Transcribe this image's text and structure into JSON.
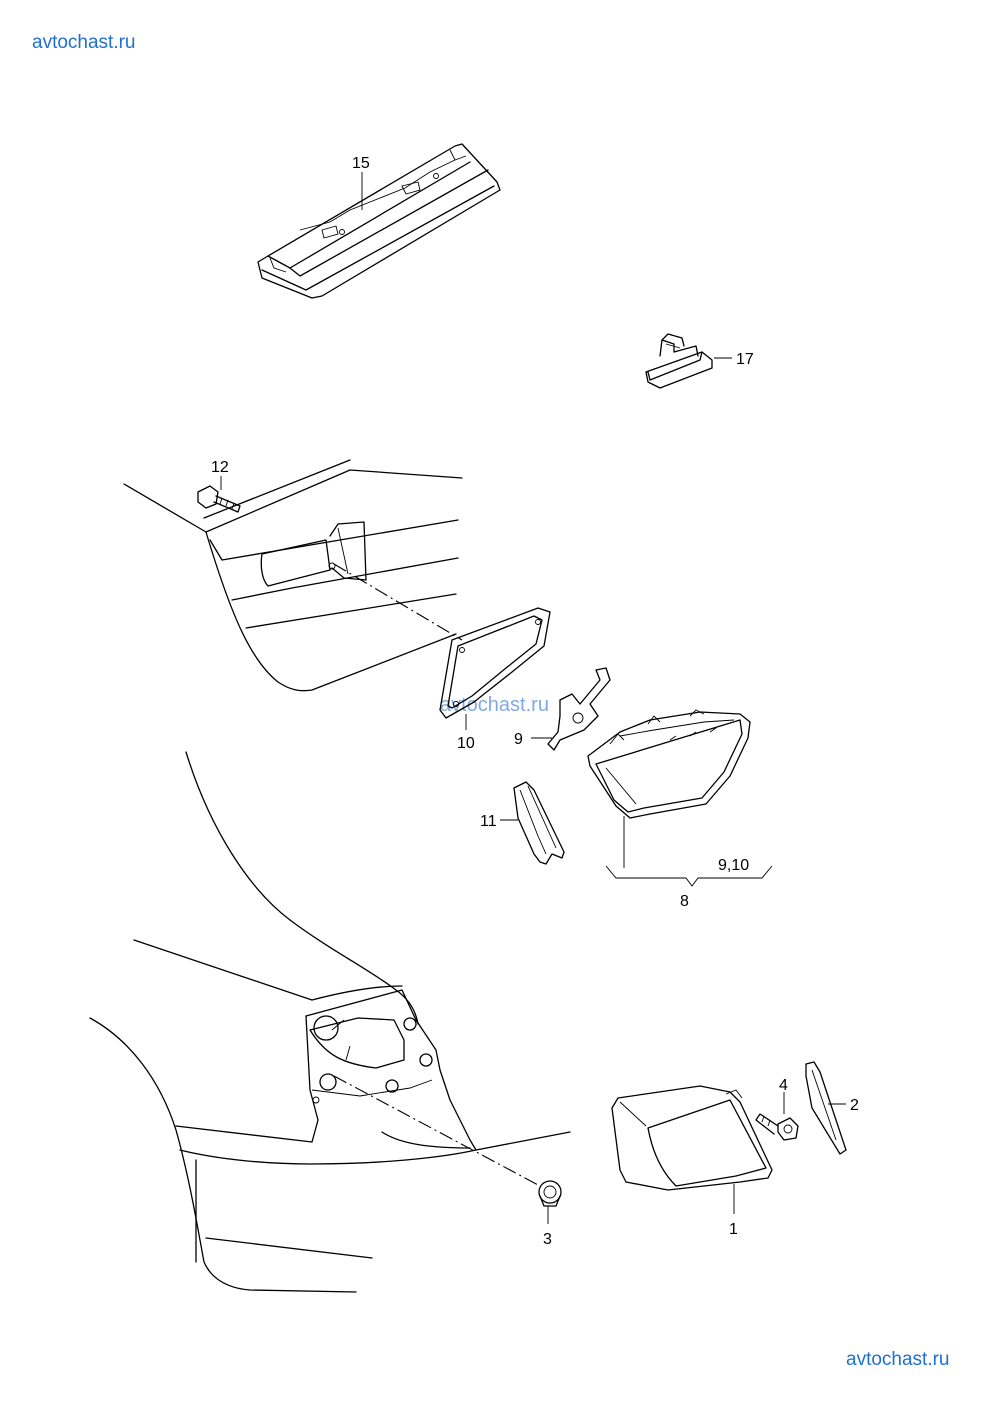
{
  "watermark": {
    "top": "avtochast.ru",
    "middle": "avtochast.ru",
    "bottom": "avtochast.ru"
  },
  "callouts": {
    "c1": "1",
    "c2": "2",
    "c3": "3",
    "c4": "4",
    "c8": "8",
    "c9": "9",
    "c9_10": "9,10",
    "c10": "10",
    "c11": "11",
    "c12": "12",
    "c15": "15",
    "c17": "17"
  }
}
